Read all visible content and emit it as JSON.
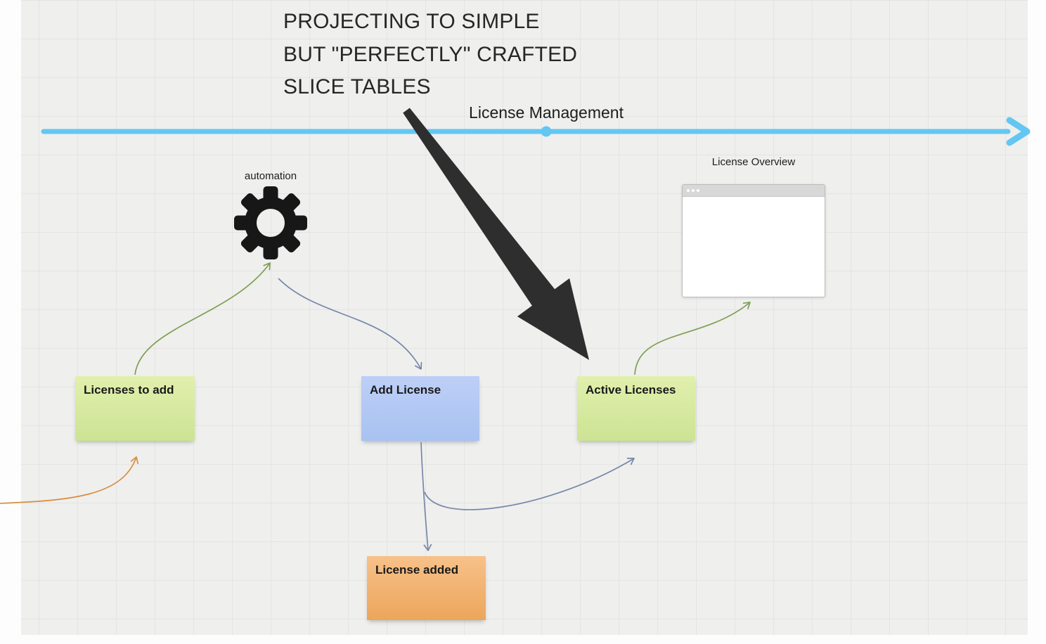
{
  "page": {
    "type": "whiteboard-diagram"
  },
  "title": {
    "lines": [
      "PROJECTING TO SIMPLE",
      "BUT \"PERFECTLY\" CRAFTED",
      "SLICE TABLES"
    ]
  },
  "timeline": {
    "label": "License Management",
    "color": "#63c7f2"
  },
  "automation": {
    "label": "automation"
  },
  "browser_preview": {
    "label": "License Overview"
  },
  "stickies": {
    "licenses_to_add": {
      "text": "Licenses to add",
      "color": "green"
    },
    "add_license": {
      "text": "Add License",
      "color": "blue"
    },
    "active_licenses": {
      "text": "Active Licenses",
      "color": "green"
    },
    "license_added": {
      "text": "License added",
      "color": "orange"
    }
  },
  "colors": {
    "sticky_green": "#d7eb9e",
    "sticky_blue": "#b3c9f2",
    "sticky_orange": "#f2ae67",
    "connector_green": "#7f9e52",
    "connector_slate": "#7688a8",
    "connector_orange": "#d98d3f",
    "timeline_blue": "#63c7f2",
    "big_arrow": "#2e2e2e",
    "gear_black": "#171717"
  }
}
